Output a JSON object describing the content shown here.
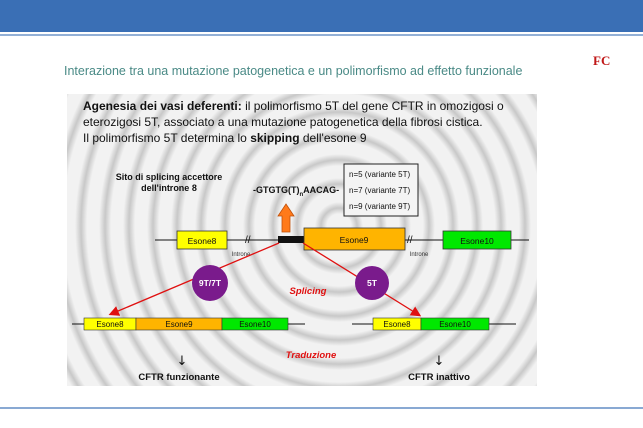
{
  "fc_label": "FC",
  "subtitle": "Interazione tra una mutazione patogenetica e un polimorfismo ad effetto funzionale",
  "slide": {
    "heading_bold": "Agenesia dei vasi deferenti:",
    "heading_line1_rest": " il polimorfismo 5T del gene CFTR in omozigosi o",
    "heading_line2": "eterozigosi 5T, associato a una mutazione patogenetica della fibrosi cistica.",
    "heading_line3_pre": "Il polimorfismo 5T determina lo ",
    "heading_line3_bold": "skipping",
    "heading_line3_post": " dell'esone 9",
    "site_label_1": "Sito di splicing accettore",
    "site_label_2": "dell'introne 8",
    "sequence_pre": "-GTGTG(T)",
    "sequence_sub": "n",
    "sequence_post": "AACAG-",
    "variants": [
      "n=5 (variante 5T)",
      "n=7 (variante 7T)",
      "n=9 (variante 9T)"
    ],
    "gene": {
      "exon8": "Esone8",
      "exon9": "Esone9",
      "exon10": "Esone10",
      "intron": "Introne"
    },
    "badge_left": "9T/7T",
    "badge_right": "5T",
    "splicing": "Splicing",
    "traduzione": "Traduzione",
    "arrow_glyph": "↓",
    "result_left": "CFTR funzionante",
    "result_right": "CFTR inattivo"
  },
  "colors": {
    "brand_blue": "#3a6fb5",
    "exon_yellow": "#ffff00",
    "exon_orange": "#ffb400",
    "exon_green": "#00e800",
    "badge_purple": "#7a1b8c",
    "arrow_red": "#e01010",
    "label_red": "#e01010"
  }
}
